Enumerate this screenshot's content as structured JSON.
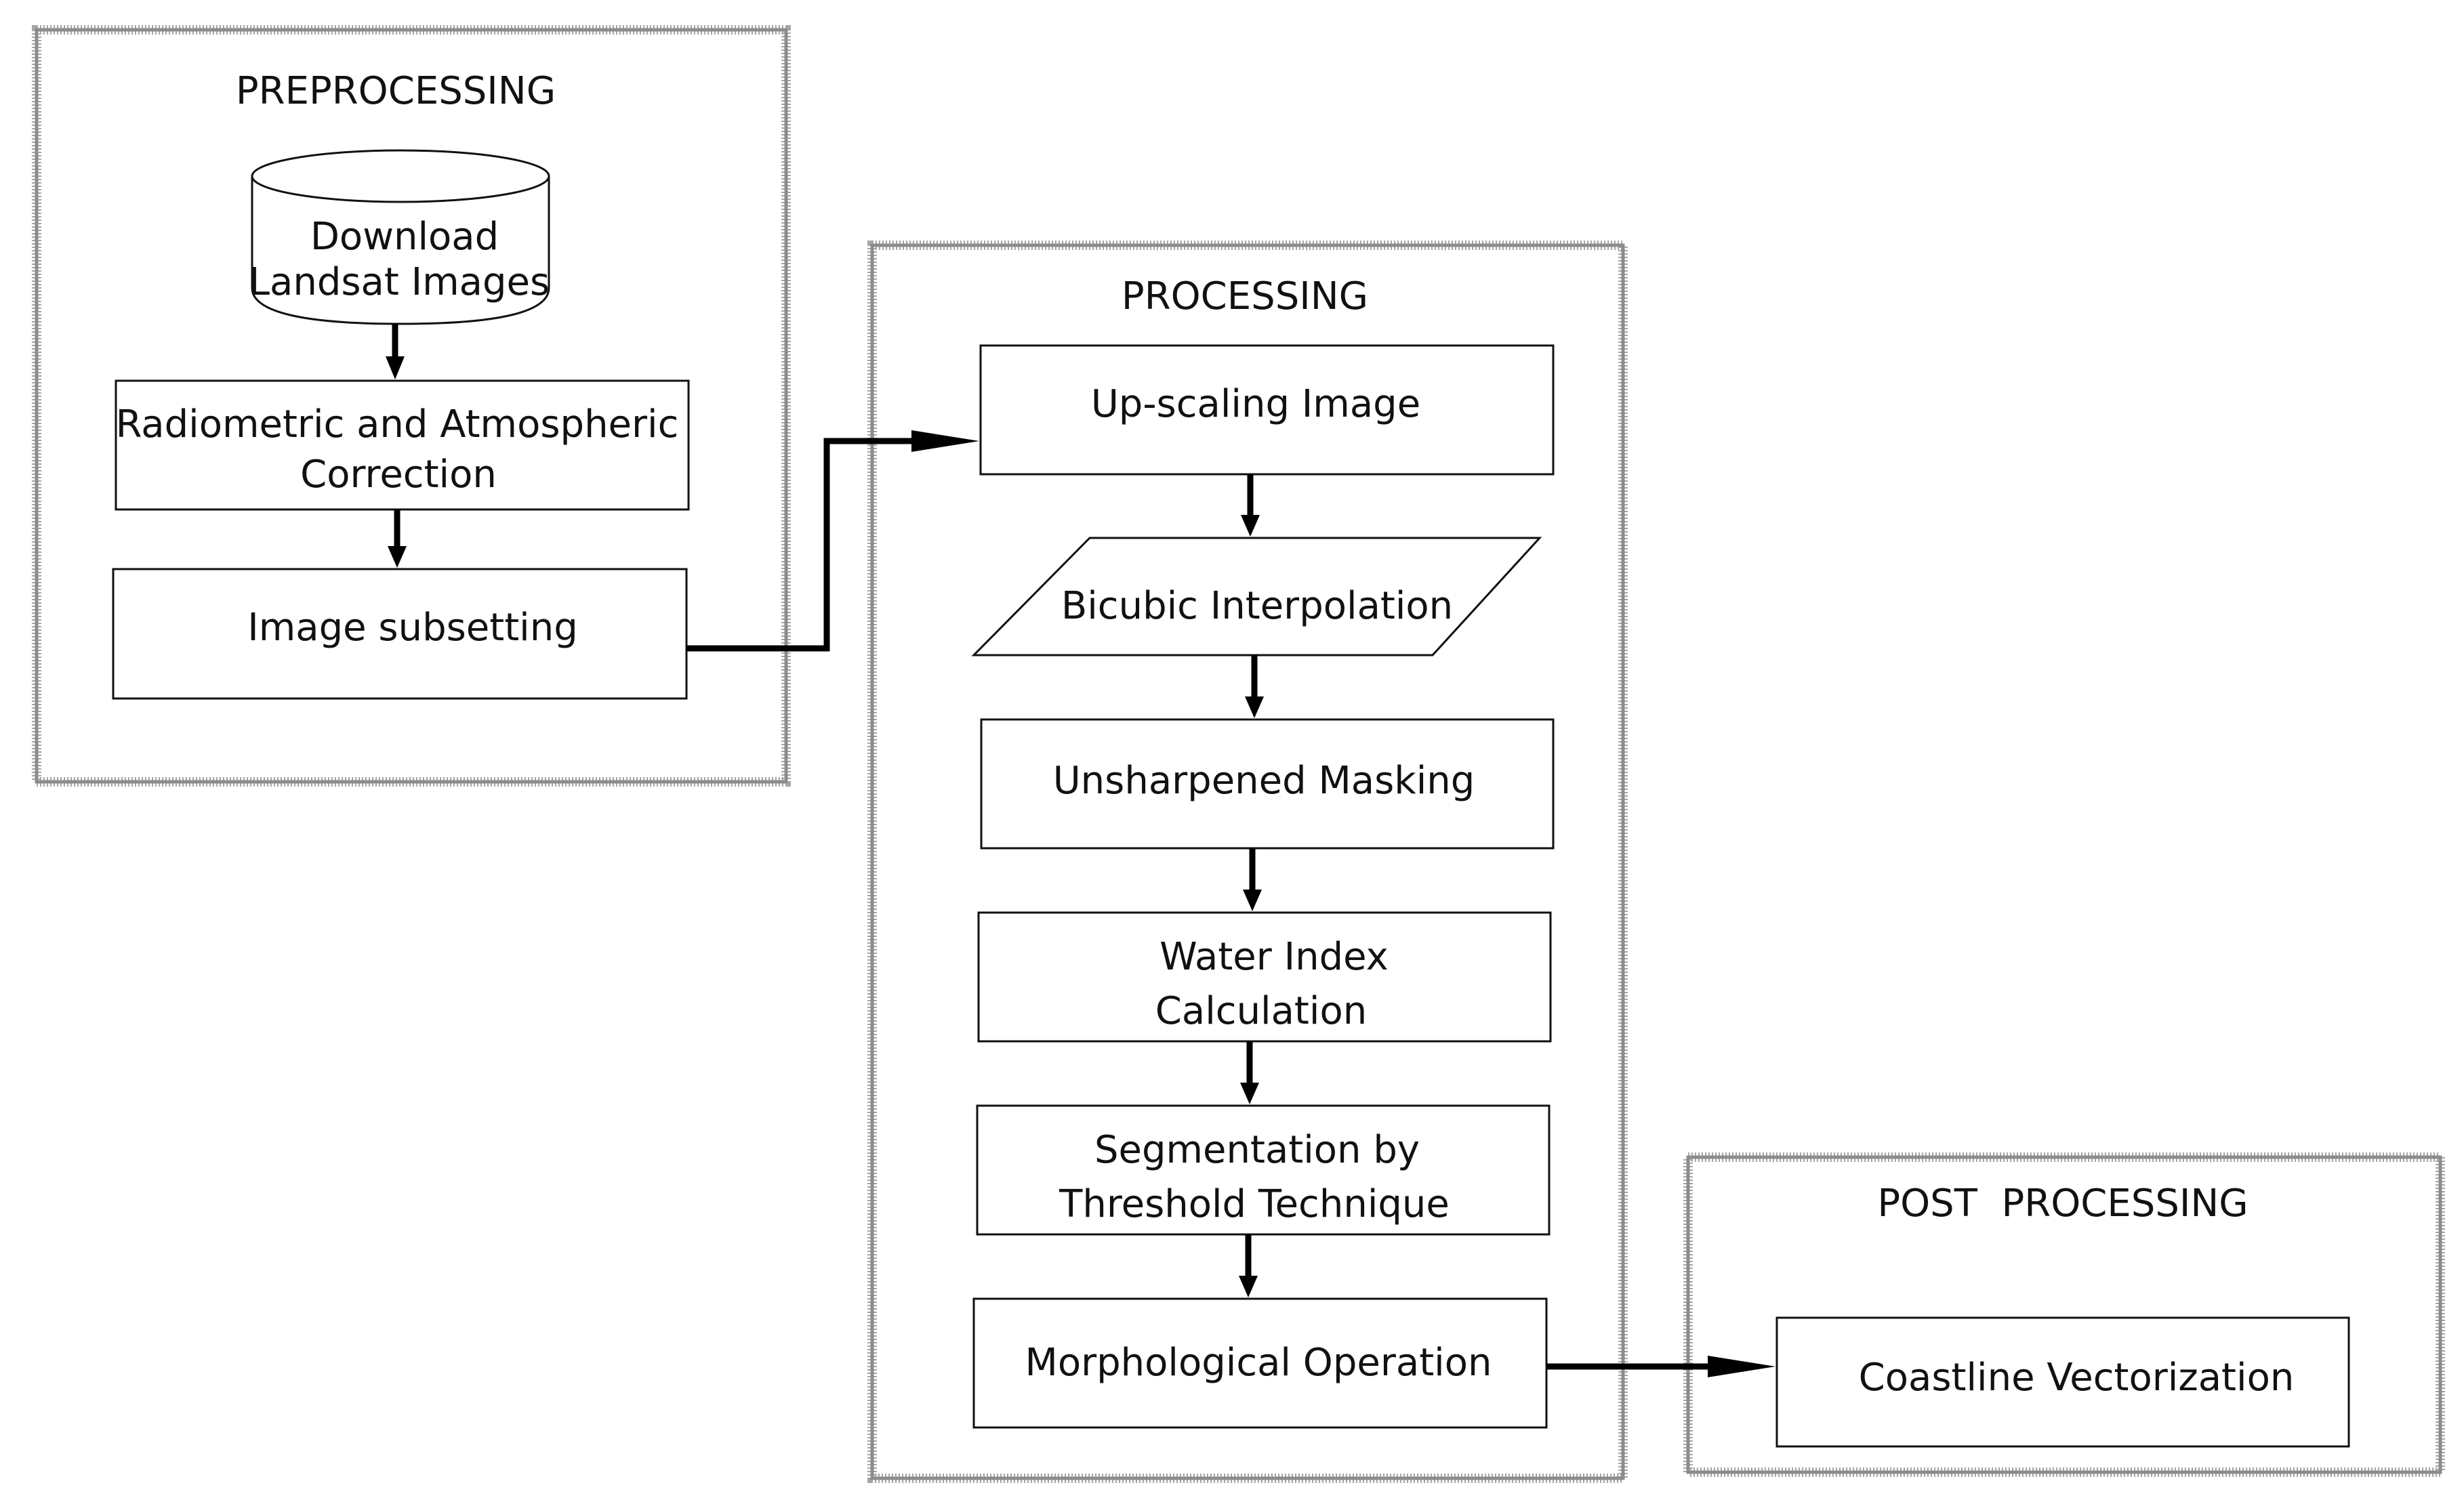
{
  "groups": {
    "preprocessing": {
      "title": "PREPROCESSING"
    },
    "processing": {
      "title": "PROCESSING"
    },
    "post_processing": {
      "title": "POST  PROCESSING"
    }
  },
  "steps": {
    "download": {
      "line1": "Download",
      "line2": "Landsat Images",
      "shape": "cylinder"
    },
    "radiometric": {
      "line1": "Radiometric and Atmospheric",
      "line2": "Correction",
      "shape": "rectangle"
    },
    "subsetting": {
      "line1": "Image subsetting",
      "shape": "rectangle"
    },
    "upscaling": {
      "line1": "Up-scaling Image",
      "shape": "rectangle"
    },
    "bicubic": {
      "line1": "Bicubic Interpolation",
      "shape": "parallelogram"
    },
    "unsharpened": {
      "line1": "Unsharpened Masking",
      "shape": "rectangle"
    },
    "water_index": {
      "line1": "Water Index",
      "line2": "Calculation",
      "shape": "rectangle"
    },
    "segmentation": {
      "line1": "Segmentation by",
      "line2": "Threshold Technique",
      "shape": "rectangle"
    },
    "morphological": {
      "line1": "Morphological Operation",
      "shape": "rectangle"
    },
    "coastline": {
      "line1": "Coastline Vectorization",
      "shape": "rectangle"
    }
  },
  "flow": [
    [
      "download",
      "radiometric"
    ],
    [
      "radiometric",
      "subsetting"
    ],
    [
      "subsetting",
      "upscaling"
    ],
    [
      "upscaling",
      "bicubic"
    ],
    [
      "bicubic",
      "unsharpened"
    ],
    [
      "unsharpened",
      "water_index"
    ],
    [
      "water_index",
      "segmentation"
    ],
    [
      "segmentation",
      "morphological"
    ],
    [
      "morphological",
      "coastline"
    ]
  ],
  "colors": {
    "frame": "#9a9a9a",
    "stroke": "#111111",
    "connector": "#000000",
    "background": "#ffffff"
  }
}
